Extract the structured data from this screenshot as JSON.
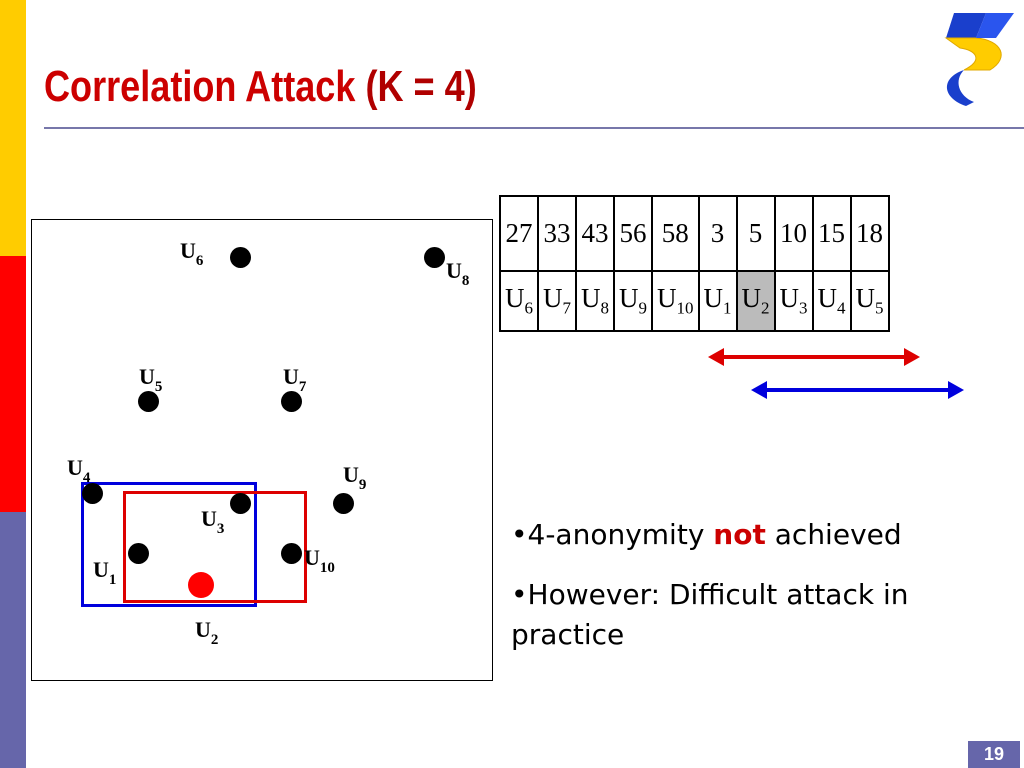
{
  "slide": {
    "title_main": "Correlation Attack",
    "title_param": "(K = 4)",
    "page_number": "19"
  },
  "diagram": {
    "users": [
      {
        "id": "u6",
        "prefix": "U",
        "sub": "6"
      },
      {
        "id": "u8",
        "prefix": "U",
        "sub": "8"
      },
      {
        "id": "u5",
        "prefix": "U",
        "sub": "5"
      },
      {
        "id": "u7",
        "prefix": "U",
        "sub": "7"
      },
      {
        "id": "u4",
        "prefix": "U",
        "sub": "4"
      },
      {
        "id": "u9",
        "prefix": "U",
        "sub": "9"
      },
      {
        "id": "u3",
        "prefix": "U",
        "sub": "3"
      },
      {
        "id": "u1",
        "prefix": "U",
        "sub": "1"
      },
      {
        "id": "u10",
        "prefix": "U",
        "sub": "10"
      },
      {
        "id": "u2",
        "prefix": "U",
        "sub": "2"
      }
    ]
  },
  "table": {
    "values": [
      "27",
      "33",
      "43",
      "56",
      "58",
      "3",
      "5",
      "10",
      "15",
      "18"
    ],
    "users": [
      {
        "prefix": "U",
        "sub": "6"
      },
      {
        "prefix": "U",
        "sub": "7"
      },
      {
        "prefix": "U",
        "sub": "8"
      },
      {
        "prefix": "U",
        "sub": "9"
      },
      {
        "prefix": "U",
        "sub": "10"
      },
      {
        "prefix": "U",
        "sub": "1"
      },
      {
        "prefix": "U",
        "sub": "2"
      },
      {
        "prefix": "U",
        "sub": "3"
      },
      {
        "prefix": "U",
        "sub": "4"
      },
      {
        "prefix": "U",
        "sub": "5"
      }
    ],
    "highlighted_column_index": 6
  },
  "bullets": {
    "b1_pre": "•4-anonymity ",
    "b1_emph": "not",
    "b1_post": " achieved",
    "b2": "•However: Difficult attack in practice"
  },
  "colors": {
    "title": "#cc0000",
    "accent_bar_yellow": "#ffcc00",
    "accent_bar_red": "#ff0000",
    "accent_bar_blue": "#6666aa",
    "blue_region": "#0000dd",
    "red_region": "#dd0000",
    "highlight_cell": "#bbbbbb"
  },
  "icons": {
    "logo": "stylized-s-logo-icon"
  }
}
